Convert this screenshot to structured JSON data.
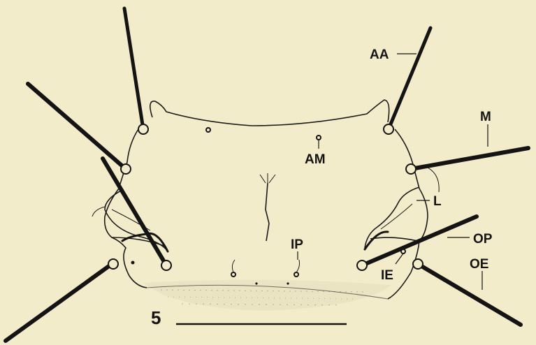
{
  "figure": {
    "number": "5",
    "labels": {
      "aa": "AA",
      "m": "M",
      "am": "AM",
      "l": "L",
      "op": "OP",
      "ip": "IP",
      "oe": "OE",
      "ie": "IE"
    }
  },
  "colors": {
    "background": "#f2eccb",
    "ink": "#141414"
  }
}
